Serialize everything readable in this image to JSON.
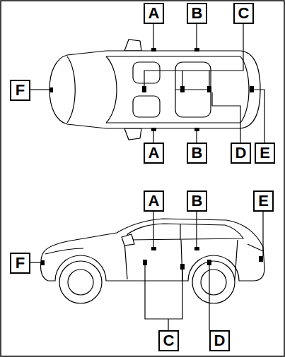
{
  "diagram": {
    "nodes": [
      {
        "text": [
          "A"
        ]
      },
      {
        "text": [
          "B"
        ]
      },
      {
        "text": [
          "C"
        ]
      },
      {
        "text": [
          "F"
        ]
      },
      {
        "text": [
          "A"
        ]
      },
      {
        "text": [
          "B"
        ]
      },
      {
        "text": [
          "D"
        ]
      },
      {
        "text": [
          "E"
        ]
      },
      {
        "text": [
          "A"
        ]
      },
      {
        "text": [
          "B"
        ]
      },
      {
        "text": [
          "E"
        ]
      },
      {
        "text": [
          "F"
        ]
      },
      {
        "text": [
          "C"
        ]
      },
      {
        "text": [
          "D"
        ]
      }
    ]
  }
}
